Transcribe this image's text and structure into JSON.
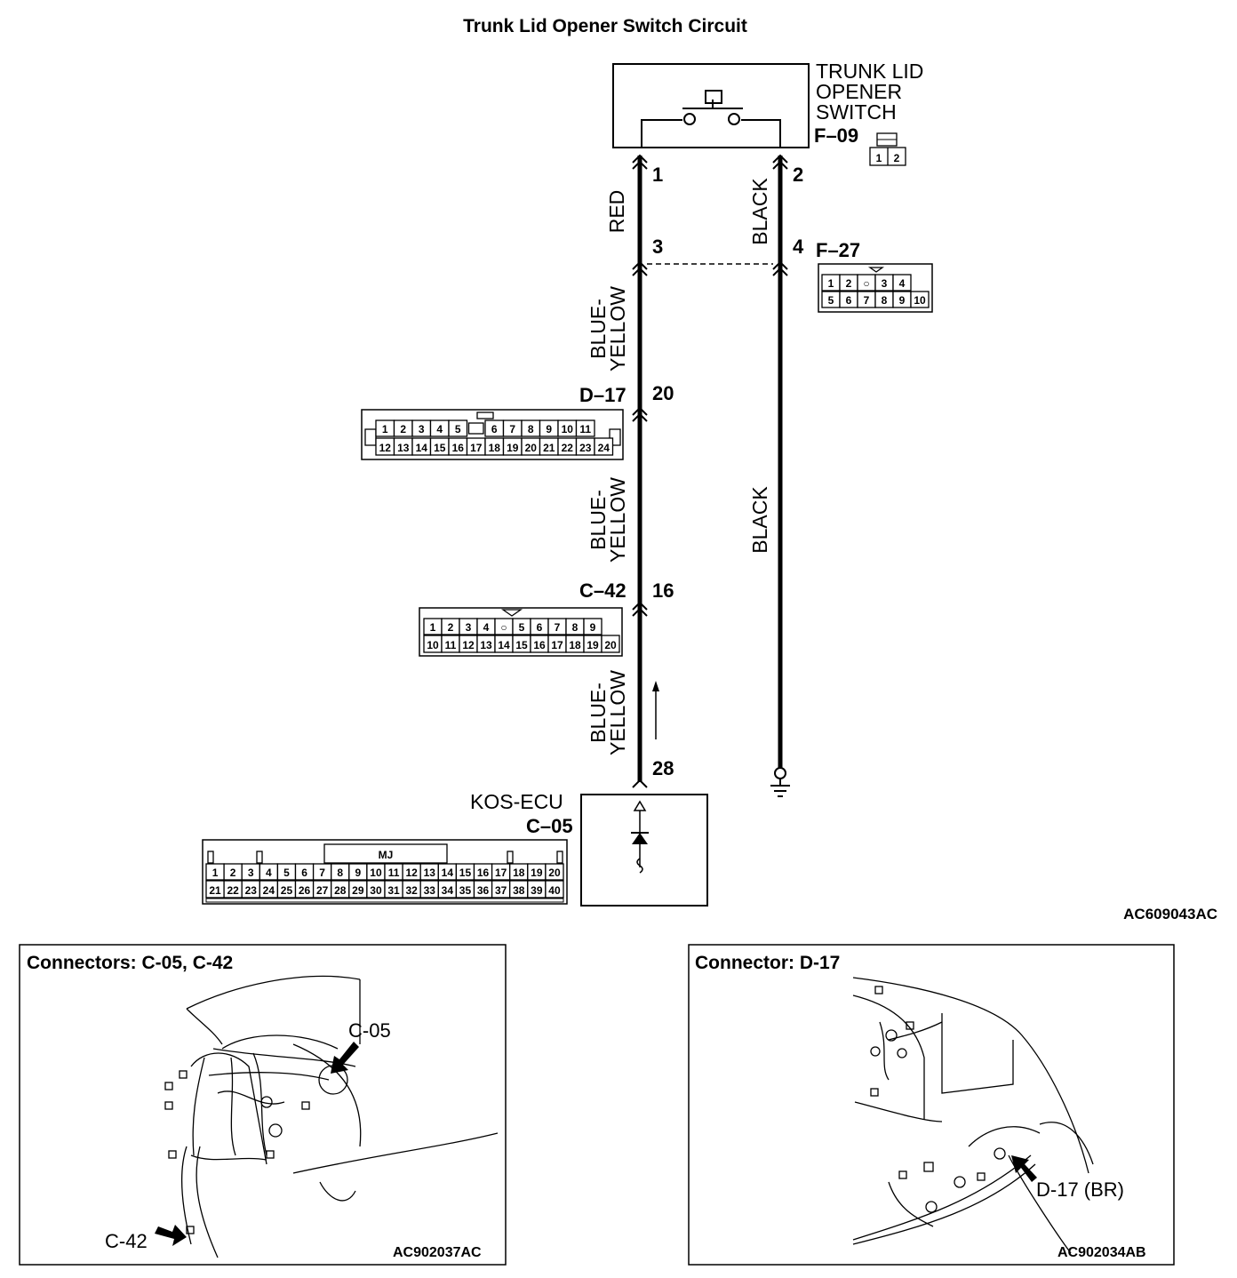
{
  "title": "Trunk Lid Opener Switch Circuit",
  "figure_id": "AC609043AC",
  "switch": {
    "name_lines": [
      "TRUNK LID",
      "OPENER",
      "SWITCH"
    ],
    "connector": "F–09",
    "pins": [
      "1",
      "2"
    ]
  },
  "wire_left": {
    "top_pin": "1",
    "seg1_color": "RED",
    "junction_pin": "3",
    "seg2_color_lines": [
      "BLUE-",
      "YELLOW"
    ],
    "d17_pin": "20",
    "seg3_color_lines": [
      "BLUE-",
      "YELLOW"
    ],
    "c42_pin": "16",
    "seg4_color_lines": [
      "BLUE-",
      "YELLOW"
    ],
    "ecu_pin": "28"
  },
  "wire_right": {
    "top_pin": "2",
    "seg1_color": "BLACK",
    "junction_pin": "4",
    "seg2_color": "BLACK"
  },
  "f27": {
    "label": "F–27",
    "row1": [
      "1",
      "2",
      "○",
      "3",
      "4"
    ],
    "row2": [
      "5",
      "6",
      "7",
      "8",
      "9",
      "10"
    ]
  },
  "d17": {
    "label": "D–17",
    "row1": [
      "1",
      "2",
      "3",
      "4",
      "5",
      "",
      "6",
      "7",
      "8",
      "9",
      "10",
      "11"
    ],
    "row2": [
      "12",
      "13",
      "14",
      "15",
      "16",
      "17",
      "18",
      "19",
      "20",
      "21",
      "22",
      "23",
      "24"
    ]
  },
  "c42": {
    "label": "C–42",
    "row1": [
      "1",
      "2",
      "3",
      "4",
      "○",
      "5",
      "6",
      "7",
      "8",
      "9"
    ],
    "row2": [
      "10",
      "11",
      "12",
      "13",
      "14",
      "15",
      "16",
      "17",
      "18",
      "19",
      "20"
    ]
  },
  "ecu": {
    "name": "KOS-ECU",
    "connector": "C–05",
    "key_label": "MJ",
    "row1": [
      "1",
      "2",
      "3",
      "4",
      "5",
      "6",
      "7",
      "8",
      "9",
      "10",
      "11",
      "12",
      "13",
      "14",
      "15",
      "16",
      "17",
      "18",
      "19",
      "20"
    ],
    "row2": [
      "21",
      "22",
      "23",
      "24",
      "25",
      "26",
      "27",
      "28",
      "29",
      "30",
      "31",
      "32",
      "33",
      "34",
      "35",
      "36",
      "37",
      "38",
      "39",
      "40"
    ]
  },
  "panel_left": {
    "title": "Connectors: C-05, C-42",
    "callout_a": "C-05",
    "callout_b": "C-42",
    "figure_id": "AC902037AC"
  },
  "panel_right": {
    "title": "Connector: D-17",
    "callout": "D-17 (BR)",
    "figure_id": "AC902034AB"
  }
}
